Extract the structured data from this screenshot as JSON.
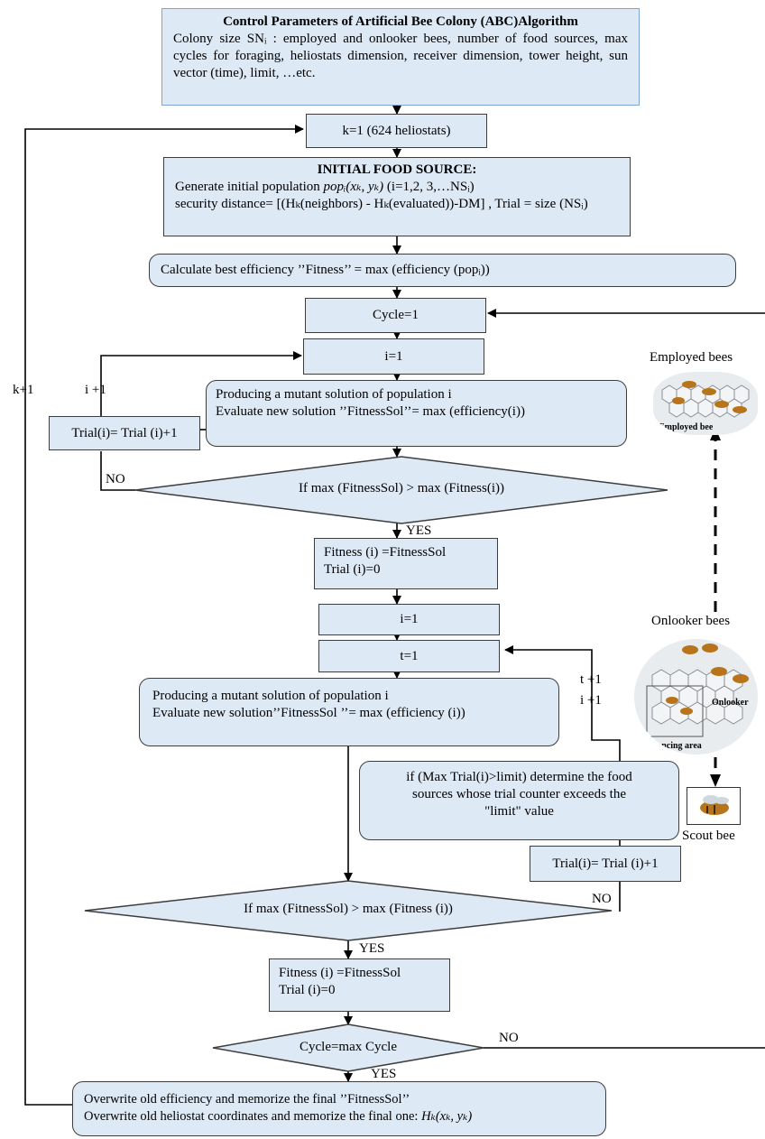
{
  "control": {
    "title": "Control Parameters of Artificial Bee Colony (ABC)Algorithm",
    "text": "Colony size SNᵢ : employed and onlooker bees, number of food sources, max cycles for foraging, heliostats dimension, receiver dimension, tower height, sun vector (time), limit, …etc."
  },
  "k_init": "k=1 (624 heliostats)",
  "initial": {
    "title": "INITIAL FOOD SOURCE:",
    "line1_pre": "Generate initial population ",
    "line1_math": "popᵢ(xₖ, yₖ)",
    "line1_post": " (i=1,2, 3,…NSᵢ)",
    "line2": "security distance= [(Hₖ(neighbors) - Hₖ(evaluated))-DM] , Trial = size (NSᵢ)"
  },
  "calc_best": "Calculate best efficiency ’’Fitness’’ = max (efficiency (popᵢ))",
  "cycle_init": "Cycle=1",
  "i_init_1": "i=1",
  "employed_phase": {
    "line1": "Producing a mutant solution of population i",
    "line2": "Evaluate new solution ’’FitnessSol’’= max (efficiency(i))"
  },
  "trial_inc_1": "Trial(i)= Trial (i)+1",
  "decision_1": "If max (FitnessSol) > max (Fitness(i))",
  "update_1": {
    "line1": "Fitness (i) =FitnessSol",
    "line2": "Trial (i)=0"
  },
  "i_init_2": "i=1",
  "t_init": "t=1",
  "onlooker_phase": {
    "line1": "Producing a mutant solution of population i",
    "line2": "Evaluate new solution’’FitnessSol ’’= max (efficiency (i))"
  },
  "scout": {
    "line1": "if (Max Trial(i)>limit) determine the food",
    "line2": "sources whose trial counter exceeds the",
    "line3": "\"limit\" value"
  },
  "trial_inc_2": "Trial(i)= Trial (i)+1",
  "decision_2": "If max (FitnessSol) > max (Fitness (i))",
  "update_2": {
    "line1": "Fitness (i) =FitnessSol",
    "line2": "Trial (i)=0"
  },
  "decision_3": "Cycle=max Cycle",
  "final": {
    "line1": "Overwrite old efficiency and memorize the final ’’FitnessSol’’",
    "line2_pre": "Overwrite old heliostat coordinates and memorize the final one: ",
    "line2_math": "Hₖ(xₖ, yₖ)"
  },
  "labels": {
    "k_plus": "k+1",
    "i_plus_1": "i +1",
    "no_1": "NO",
    "yes_1": "YES",
    "t_plus": "t +1",
    "i_plus_2": "i +1",
    "no_2": "NO",
    "yes_2": "YES",
    "no_3": "NO",
    "yes_3": "YES"
  },
  "bees": {
    "employed_title": "Employed bees",
    "employed_caption": "Employed bee",
    "onlooker_title": "Onlooker bees",
    "onlooker_caption": "Onlooker",
    "dancing_caption": "Dancing area",
    "scout_caption": "Scout bee"
  },
  "colors": {
    "box_fill": "#dde9f5",
    "line": "#000000"
  }
}
